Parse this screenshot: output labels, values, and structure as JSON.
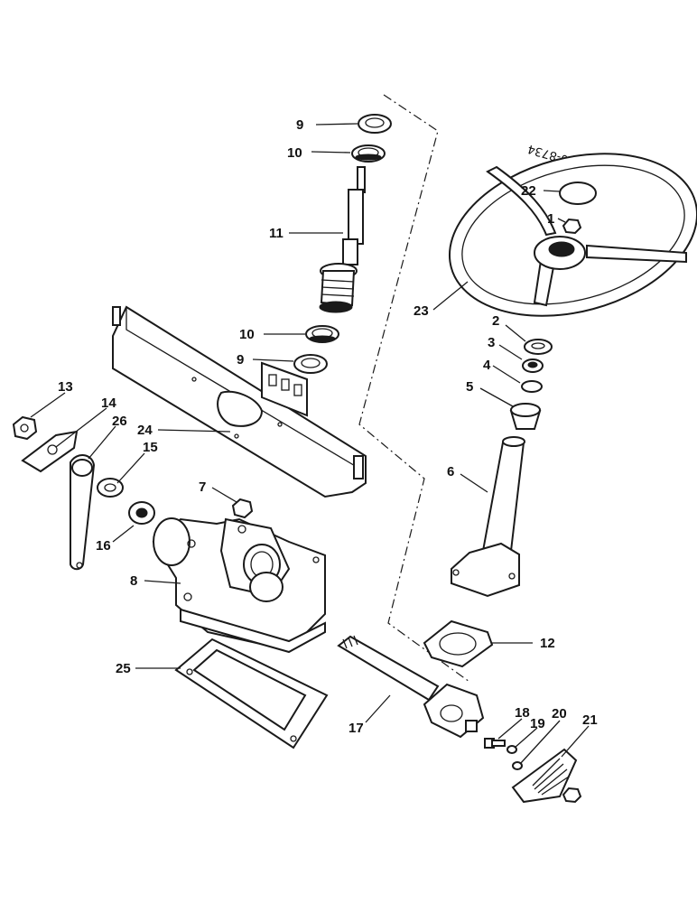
{
  "drawing_ref": "60-8734",
  "callouts": [
    {
      "id": "c9a",
      "text": "9"
    },
    {
      "id": "c10a",
      "text": "10"
    },
    {
      "id": "c11",
      "text": "11"
    },
    {
      "id": "c10b",
      "text": "10"
    },
    {
      "id": "c9b",
      "text": "9"
    },
    {
      "id": "c22",
      "text": "22"
    },
    {
      "id": "c1",
      "text": "1"
    },
    {
      "id": "c23",
      "text": "23"
    },
    {
      "id": "c2",
      "text": "2"
    },
    {
      "id": "c3",
      "text": "3"
    },
    {
      "id": "c4",
      "text": "4"
    },
    {
      "id": "c5",
      "text": "5"
    },
    {
      "id": "c6",
      "text": "6"
    },
    {
      "id": "c13",
      "text": "13"
    },
    {
      "id": "c14",
      "text": "14"
    },
    {
      "id": "c26",
      "text": "26"
    },
    {
      "id": "c24",
      "text": "24"
    },
    {
      "id": "c15",
      "text": "15"
    },
    {
      "id": "c7",
      "text": "7"
    },
    {
      "id": "c16",
      "text": "16"
    },
    {
      "id": "c8",
      "text": "8"
    },
    {
      "id": "c12",
      "text": "12"
    },
    {
      "id": "c25",
      "text": "25"
    },
    {
      "id": "c17",
      "text": "17"
    },
    {
      "id": "c18",
      "text": "18"
    },
    {
      "id": "c19",
      "text": "19"
    },
    {
      "id": "c20",
      "text": "20"
    },
    {
      "id": "c21",
      "text": "21"
    }
  ]
}
